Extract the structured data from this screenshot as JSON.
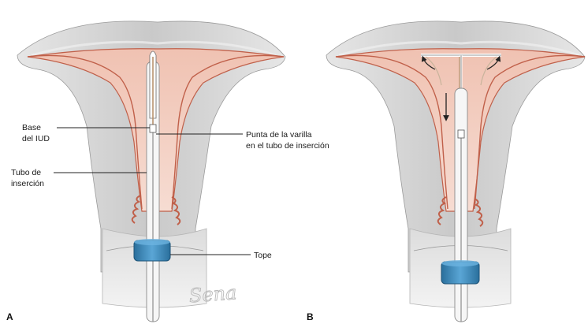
{
  "panels": {
    "a": {
      "letter": "A"
    },
    "b": {
      "letter": "B"
    }
  },
  "labels": {
    "base_iud": [
      "Base",
      "del IUD"
    ],
    "punta": [
      "Punta de la varilla",
      "en el tubo de inserción"
    ],
    "tubo": [
      "Tubo de",
      "inserción"
    ],
    "tope": "Tope"
  },
  "signature": "Sena",
  "colors": {
    "uterine_tissue": "#d4d4d4",
    "cavity_lining": "#e8b5a4",
    "endometrium_line": "#c0604a",
    "stopper": "#3a86b8",
    "tube": "#f4f4f4"
  },
  "icons": [
    "arrow-down-icon",
    "arrow-up-icon",
    "curved-arrow-icon"
  ]
}
